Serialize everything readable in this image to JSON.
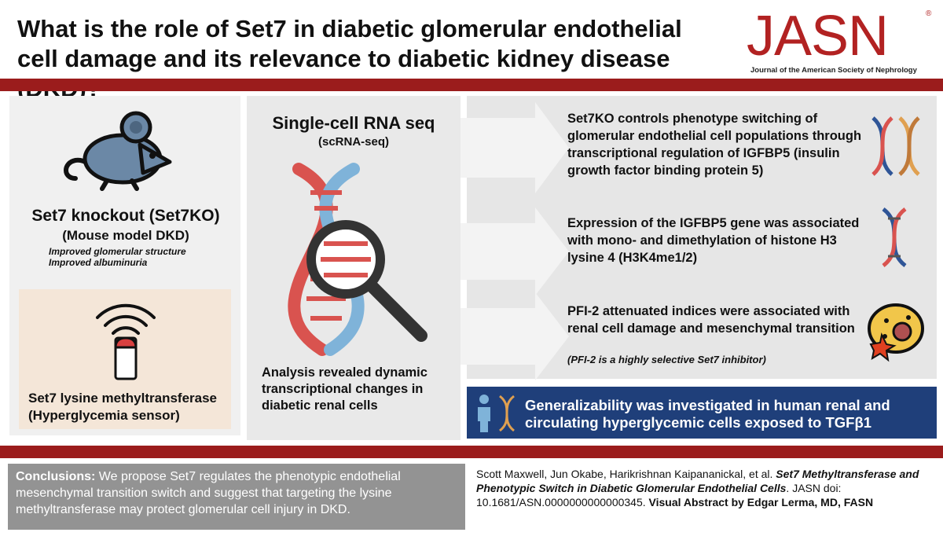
{
  "header": {
    "title": "What is the role of Set7 in diabetic glomerular endothelial cell damage and its relevance to diabetic kidney disease (DKD)?",
    "logo_word": "JASN",
    "logo_reg": "®",
    "logo_subtitle": "Journal of the American Society of Nephrology"
  },
  "left_panel": {
    "title": "Set7 knockout (Set7KO)",
    "subtitle": "(Mouse model DKD)",
    "items": [
      "Improved glomerular structure",
      "Improved albuminuria"
    ],
    "sensor_title": "Set7 lysine methyltransferase",
    "sensor_subtitle": "(Hyperglycemia sensor)"
  },
  "middle_panel": {
    "title": "Single-cell RNA seq",
    "subtitle": "(scRNA-seq)",
    "analysis": "Analysis revealed dynamic transcriptional changes in diabetic renal cells"
  },
  "findings": [
    {
      "text": "Set7KO controls phenotype switching of glomerular endothelial cell populations through transcriptional regulation of IGFBP5 (insulin growth factor binding protein 5)",
      "icon": "dna-pair-icon"
    },
    {
      "text": "Expression of the IGFBP5 gene was associated with mono- and dimethylation of histone H3 lysine 4 (H3K4me1/2)",
      "icon": "dna-icon"
    },
    {
      "text": "PFI-2 attenuated indices were associated with renal cell damage and mesenchymal transition",
      "note": "(PFI-2 is a highly selective Set7 inhibitor)",
      "icon": "damaged-cell-icon"
    }
  ],
  "generalizability": {
    "text": "Generalizability was investigated in human renal and circulating hyperglycemic cells exposed to TGFβ1",
    "icon": "person-dna-icon"
  },
  "conclusions": {
    "label": "Conclusions:",
    "text": " We propose Set7 regulates the phenotypic endothelial mesenchymal transition switch and suggest that targeting the lysine methyltransferase may protect glomerular cell injury in DKD."
  },
  "citation": {
    "authors": "Scott Maxwell, Jun Okabe, Harikrishnan Kaipananickal, et al. ",
    "article_title": "Set7 Methyltransferase and Phenotypic Switch in Diabetic Glomerular Endothelial Cells",
    "journal": ". JASN doi: 10.1681/ASN.0000000000000345. ",
    "credit": "Visual Abstract by Edgar Lerma, MD, FASN"
  },
  "colors": {
    "brand_red": "#9b1c1c",
    "logo_red": "#b22222",
    "navy": "#1f3f7a",
    "conclusion_gray": "#939393",
    "sensor_beige": "#f4e6d8"
  }
}
